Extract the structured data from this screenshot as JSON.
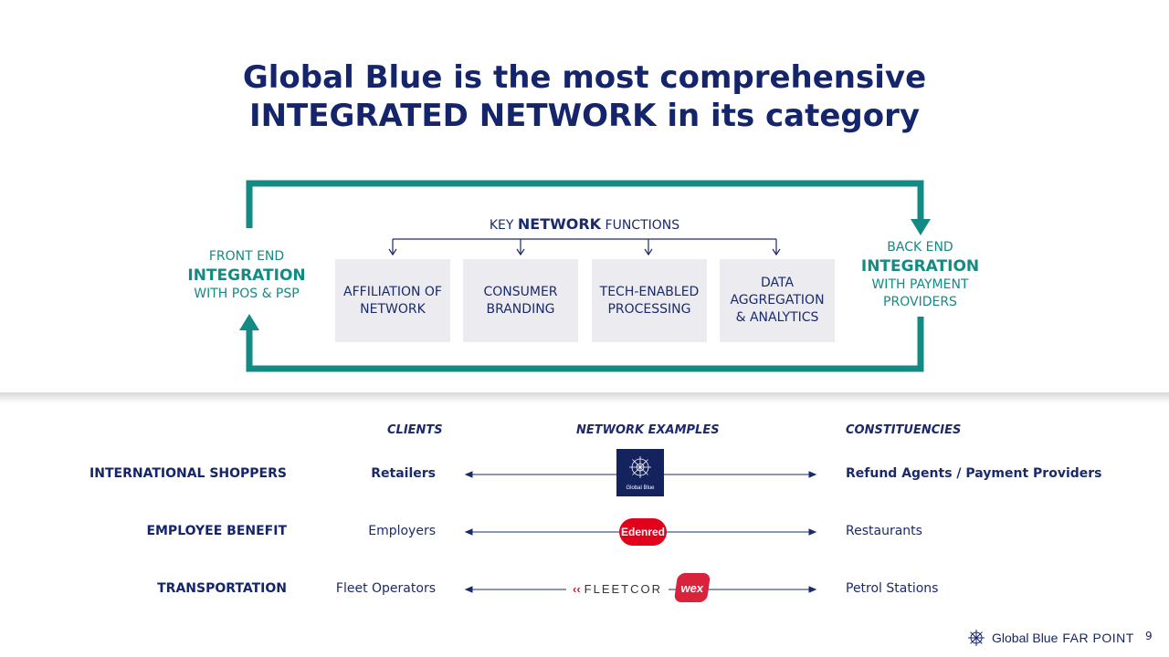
{
  "title": {
    "line1": "Global Blue is the most comprehensive",
    "line2": "INTEGRATED NETWORK in its category"
  },
  "colors": {
    "navy": "#15256b",
    "teal": "#138a84",
    "box_bg": "#ececf0",
    "edenred_red": "#e2001a",
    "wex_red": "#d9233d"
  },
  "front_end": {
    "line1": "FRONT END",
    "line2": "INTEGRATION",
    "line3": "WITH POS & PSP"
  },
  "back_end": {
    "line1": "BACK END",
    "line2": "INTEGRATION",
    "line3": "WITH PAYMENT",
    "line4": "PROVIDERS"
  },
  "key_functions": {
    "prefix": "KEY",
    "bold": "NETWORK",
    "suffix": "FUNCTIONS",
    "boxes": [
      "AFFILIATION OF NETWORK",
      "CONSUMER BRANDING",
      "TECH-ENABLED PROCESSING",
      "DATA AGGREGATION & ANALYTICS"
    ]
  },
  "columns": {
    "clients": "CLIENTS",
    "network_examples": "NETWORK EXAMPLES",
    "constituencies": "CONSTITUENCIES"
  },
  "rows": [
    {
      "label": "INTERNATIONAL SHOPPERS",
      "client": "Retailers",
      "network": "Global Blue",
      "constituency": "Refund Agents / Payment Providers",
      "logo_icon": "global-blue-star-icon"
    },
    {
      "label": "EMPLOYEE BENEFIT",
      "client": "Employers",
      "network": "Edenred",
      "constituency": "Restaurants",
      "logo_icon": "edenred-logo"
    },
    {
      "label": "TRANSPORTATION",
      "client": "Fleet Operators",
      "network": "FLEETCOR",
      "network2": "wex",
      "constituency": "Petrol Stations",
      "logo_icon": "fleetcor-wex-logo"
    }
  ],
  "footer": {
    "brand": "Global Blue",
    "product": "FAR POINT",
    "page": "9"
  }
}
